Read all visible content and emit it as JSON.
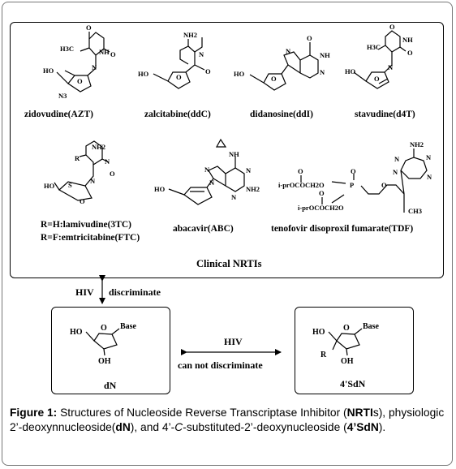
{
  "drugs": {
    "azt": "zidovudine(AZT)",
    "ddc": "zalcitabine(ddC)",
    "ddi": "didanosine(ddI)",
    "d4t": "stavudine(d4T)",
    "abc": "abacavir(ABC)",
    "tdf": "tenofovir disoproxil fumarate(TDF)",
    "tc_line1": "R=H:lamivudine(3TC)",
    "tc_line2": "R=F:emtricitabine(FTC)"
  },
  "group_label": "Clinical NRTIs",
  "arrows": {
    "vertical_left": "HIV",
    "vertical_right": "discriminate",
    "horizontal_top": "HIV",
    "horizontal_bottom": "can not discriminate"
  },
  "compounds": {
    "dn": "dN",
    "sdn": "4'SdN"
  },
  "structure_text": {
    "n3": "N3",
    "ho": "HO",
    "oh": "OH",
    "o": "O",
    "n": "N",
    "nh": "NH",
    "nh2": "NH2",
    "h3c": "H3C",
    "s": "S",
    "r": "R",
    "base": "Base",
    "p": "P",
    "ch3": "CH3",
    "iprococh2o": "i-prOCOCH2O",
    "iprococh2o2": "i-prOCOCH2O"
  },
  "caption": {
    "label": "Figure 1:",
    "t1": " Structures of Nucleoside Reverse Transcriptase Inhibitor (",
    "b1": "NRTI",
    "t2": "s), physiologic 2’-deoxynnucleoside(",
    "b2": "dN",
    "t3": "), and 4’-",
    "i1": "C",
    "t4": "-substituted-2’-deoxynucleoside (",
    "b3": "4’SdN",
    "t5": ")."
  }
}
